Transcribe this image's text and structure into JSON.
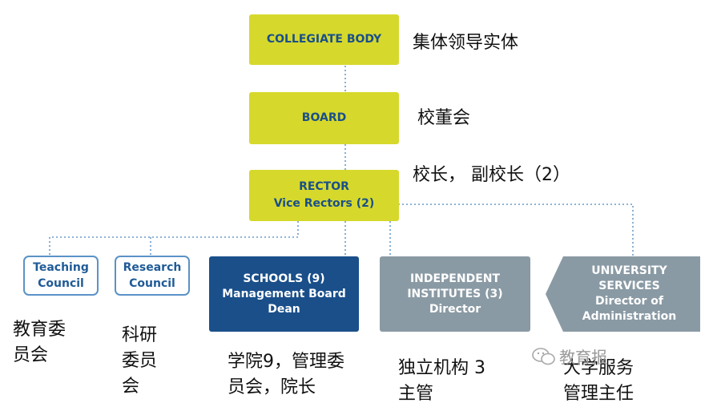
{
  "nodes": {
    "collegiate_body": {
      "line1": "COLLEGIATE BODY",
      "color": "#d6d92c"
    },
    "board": {
      "line1": "BOARD",
      "color": "#d6d92c"
    },
    "rector": {
      "line1": "RECTOR",
      "line2": "Vice Rectors (2)",
      "color": "#d6d92c"
    },
    "teaching_council": {
      "line1": "Teaching",
      "line2": "Council",
      "color": "#5b92c6"
    },
    "research_council": {
      "line1": "Research",
      "line2": "Council",
      "color": "#5b92c6"
    },
    "schools": {
      "line1": "SCHOOLS (9)",
      "line2": "Management Board",
      "line3": "Dean",
      "color": "#1a4f8a"
    },
    "independent_institutes": {
      "line1": "INDEPENDENT",
      "line2": "INSTITUTES (3)",
      "line3": "Director",
      "color": "#8a9aa4"
    },
    "university_services": {
      "line1": "UNIVERSITY",
      "line2": "SERVICES",
      "line3": "Director of",
      "line4": "Administration",
      "color": "#8a9aa4"
    }
  },
  "annotations": {
    "collegiate_body": "集体领导实体",
    "board": "校董会",
    "rector": "校长， 副校长（2）",
    "teaching_council": [
      "教育委",
      "员会"
    ],
    "research_council": [
      "科研",
      "委员",
      "会"
    ],
    "schools": [
      "学院9，管理委",
      "员会，院长"
    ],
    "independent_institutes": [
      "独立机构 3",
      "主管"
    ],
    "university_services": [
      "大学服务",
      "管理主任"
    ]
  },
  "watermark": {
    "text": "教育报",
    "icon": "wechat-icon"
  },
  "connector_color": "#6a9bc9"
}
